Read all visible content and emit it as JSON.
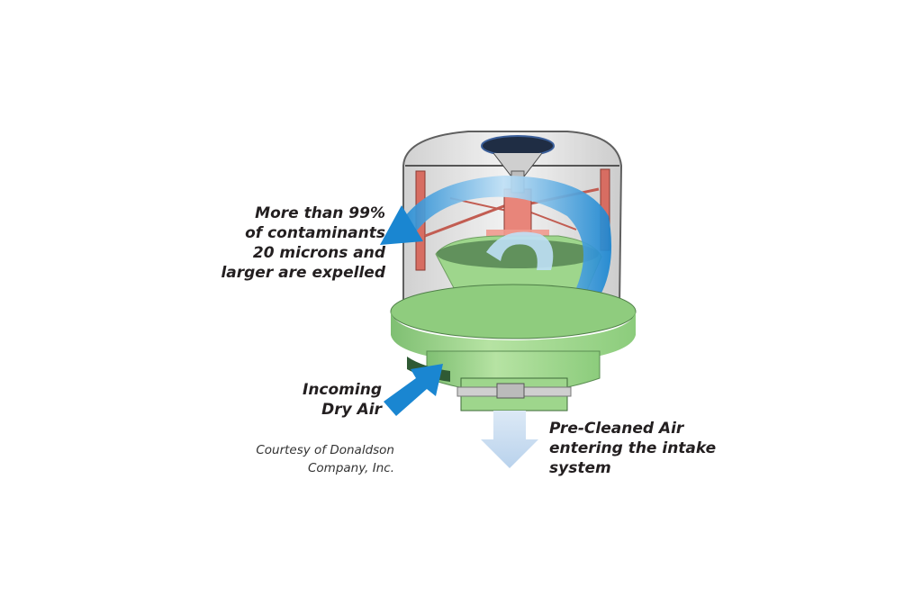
{
  "labels": {
    "expelled": [
      "More than 99%",
      "of contaminants",
      "20 microns and",
      "larger are expelled"
    ],
    "incoming": [
      "Incoming",
      "Dry Air"
    ],
    "precleaned": [
      "Pre-Cleaned Air",
      "entering the intake",
      "system"
    ],
    "credit": [
      "Courtesy of Donaldson",
      "Company, Inc."
    ]
  },
  "colors": {
    "housing_green": "#a9dc95",
    "housing_dark_green": "#2f5a34",
    "vane_red": "#e8857a",
    "flow_blue": "#1c8fd6",
    "clean_air_blue": "#c7dcf0",
    "dome_gray": "#d9d9d9"
  }
}
